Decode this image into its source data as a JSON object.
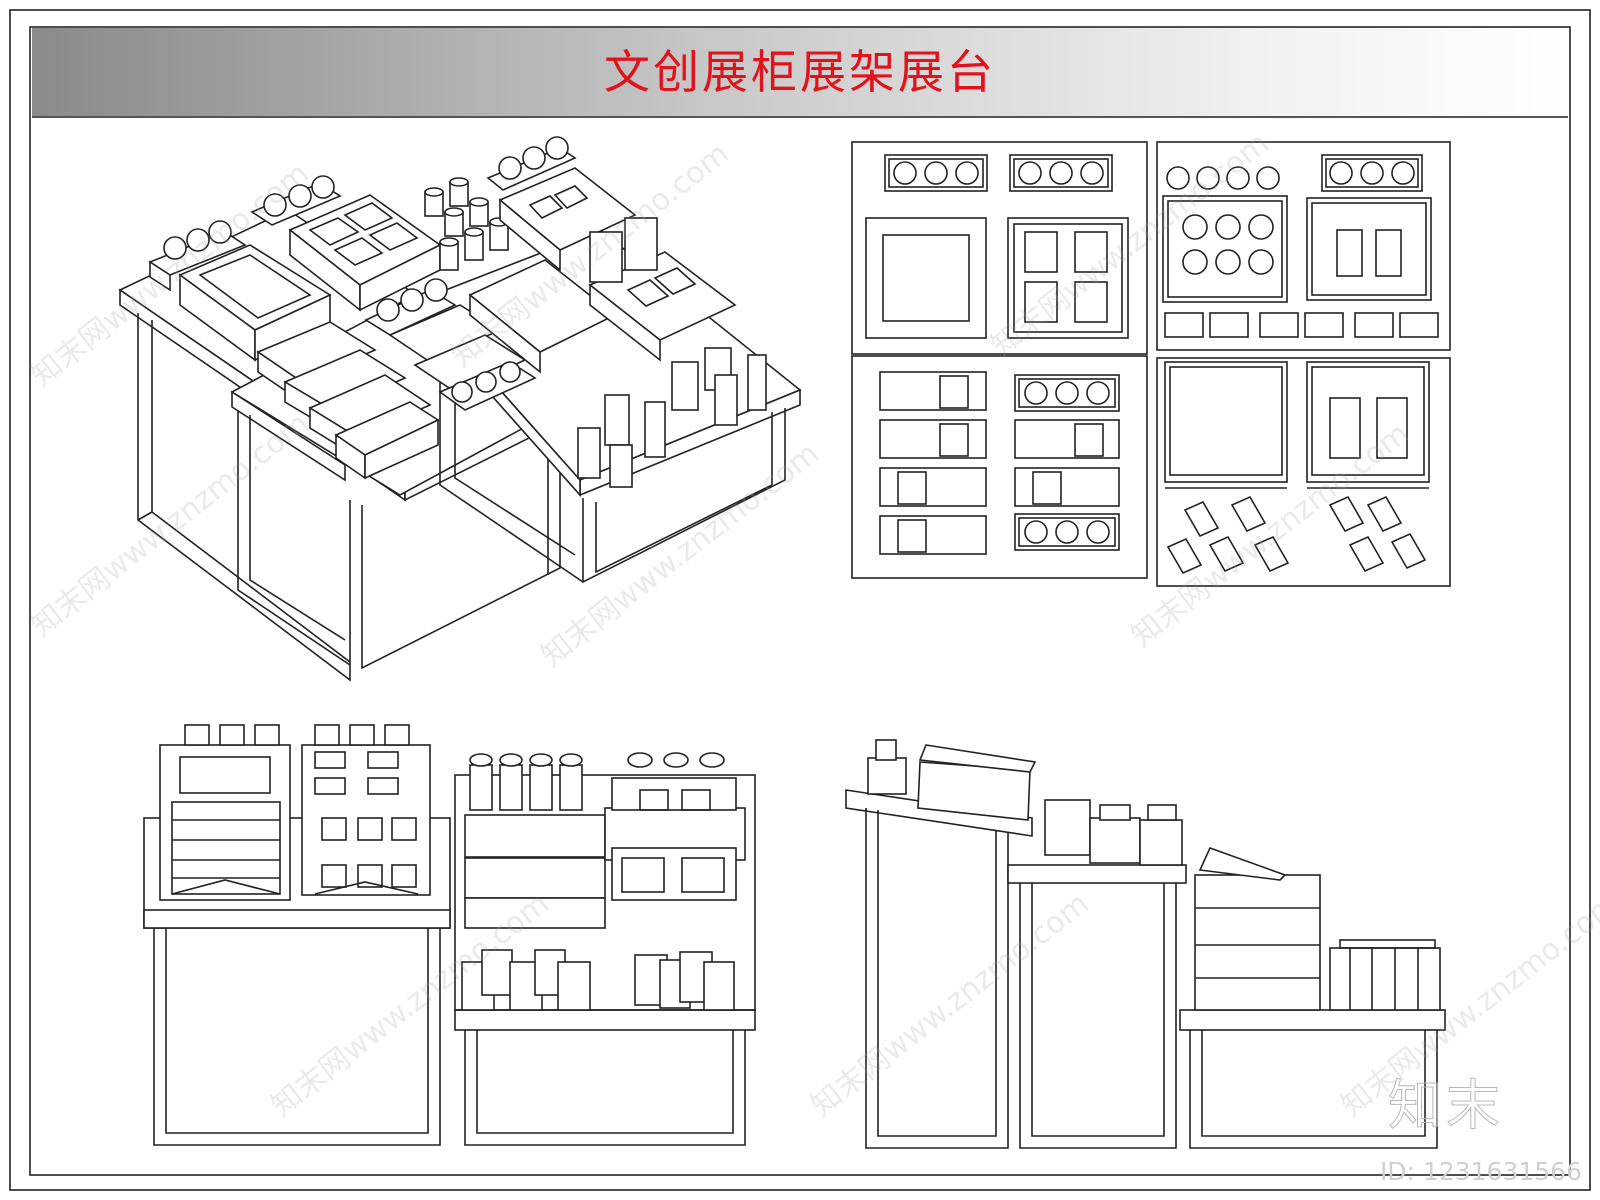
{
  "title": "文创展柜展架展台",
  "brand_logo": "知末",
  "id_label": "ID: 1231631566",
  "watermark_text": "知末网www.znzmo.com",
  "colors": {
    "title": "#e3121a",
    "line": "#222222",
    "background": "#ffffff"
  },
  "icons": [
    "brand-logo-icon"
  ]
}
